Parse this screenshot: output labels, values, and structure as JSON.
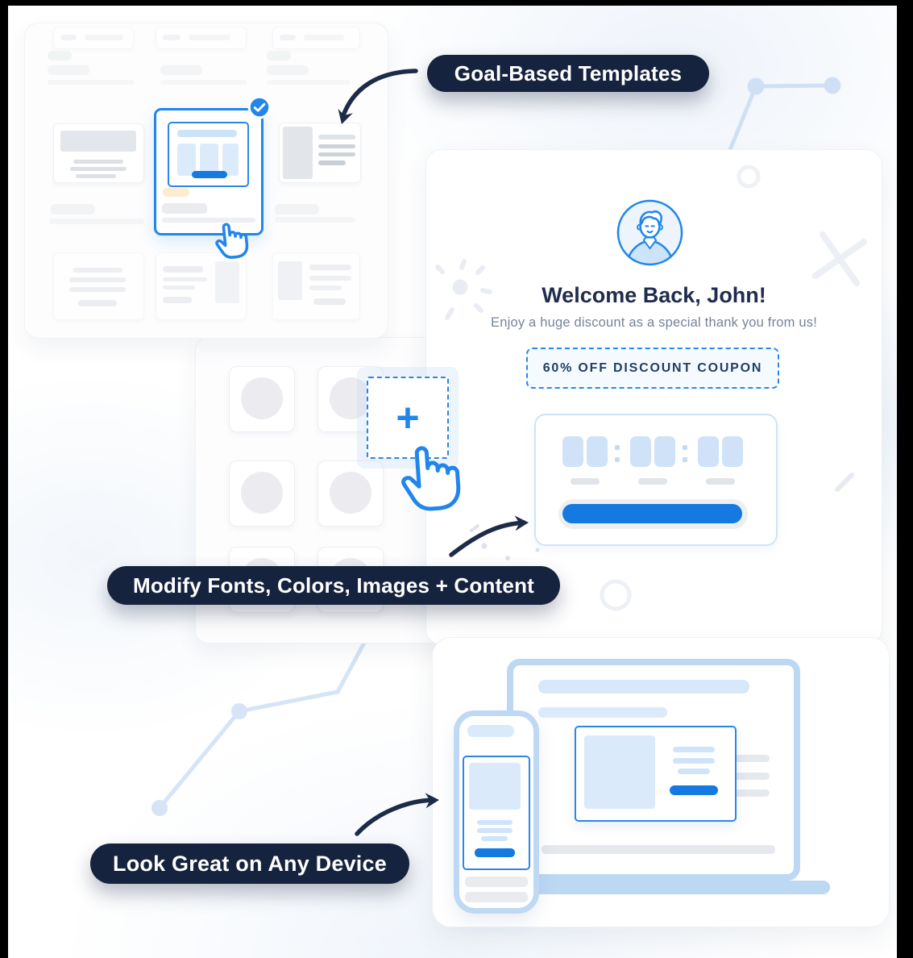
{
  "callouts": {
    "goal_templates": "Goal-Based Templates",
    "modify_content": "Modify Fonts, Colors, Images + Content",
    "any_device": "Look Great on Any Device"
  },
  "welcome_popup": {
    "greeting_prefix": "Welcome Back, ",
    "greeting_name": "John",
    "greeting_suffix": "!",
    "subtitle": "Enjoy a huge discount as a special thank you from us!",
    "coupon_label": "60% OFF DISCOUNT COUPON"
  },
  "image_editor": {
    "add_glyph": "+"
  },
  "colors": {
    "accent_blue": "#2186eb",
    "button_blue": "#1479e0",
    "navy_pill": "#16233e",
    "light_blue_fill": "#d7e8fa",
    "placeholder_gray": "#e5e8ec",
    "frame_black": "#000000"
  }
}
